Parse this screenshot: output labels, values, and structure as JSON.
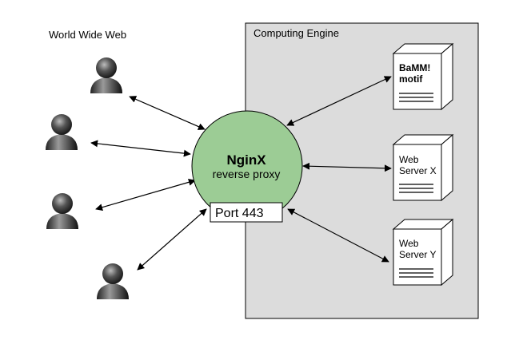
{
  "web_label": "World Wide Web",
  "engine_label": "Computing Engine",
  "proxy": {
    "title": "NginX",
    "subtitle": "reverse proxy",
    "port": "Port 443",
    "fill_color": "#9ccc95"
  },
  "engine_bg_color": "#dcdcdc",
  "servers": [
    {
      "line1": "BaMM!",
      "line2": "motif",
      "bold": true
    },
    {
      "line1": "Web",
      "line2": "Server X",
      "bold": false
    },
    {
      "line1": "Web",
      "line2": "Server Y",
      "bold": false
    }
  ],
  "users": [
    {
      "icon": "user-icon"
    },
    {
      "icon": "user-icon"
    },
    {
      "icon": "user-icon"
    },
    {
      "icon": "user-icon"
    }
  ]
}
